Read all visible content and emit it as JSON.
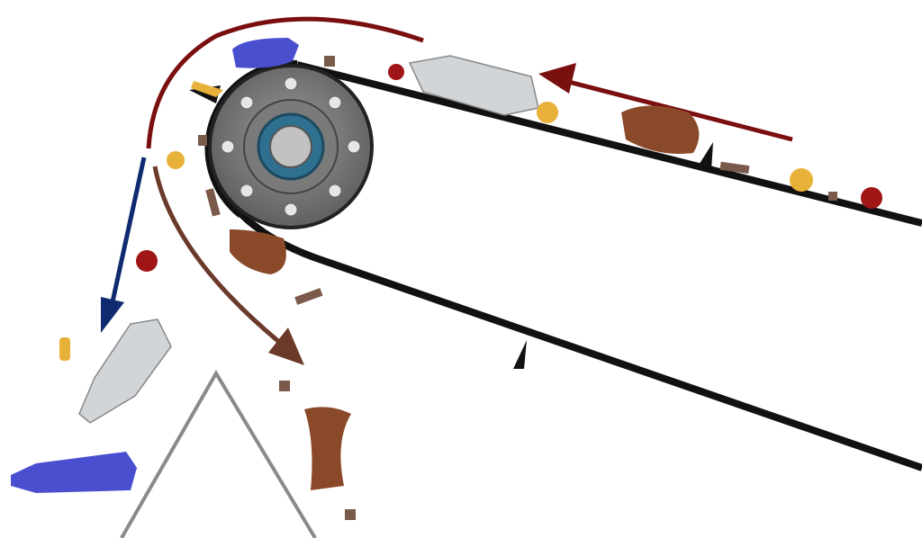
{
  "scene": {
    "colors": {
      "belt": "#111111",
      "pulley": "#6e6e6e",
      "bearing": "#2f6f8f",
      "ferrous_arrow": "#6b3a2a",
      "nonferrous_arrow": "#0f2a6e",
      "belt_arrow": "#7a0f0f",
      "splitter": "#8a8a8a",
      "plastic_blue": "#4a4fd0",
      "cap_yellow": "#e8b23a",
      "cap_red": "#a01515",
      "rust": "#8a4a2a",
      "bottle": "#c8ccd0"
    },
    "icons": [
      "conveyor-belt",
      "head-pulley",
      "direction-arrow",
      "trajectory-arrow",
      "splitter"
    ]
  }
}
